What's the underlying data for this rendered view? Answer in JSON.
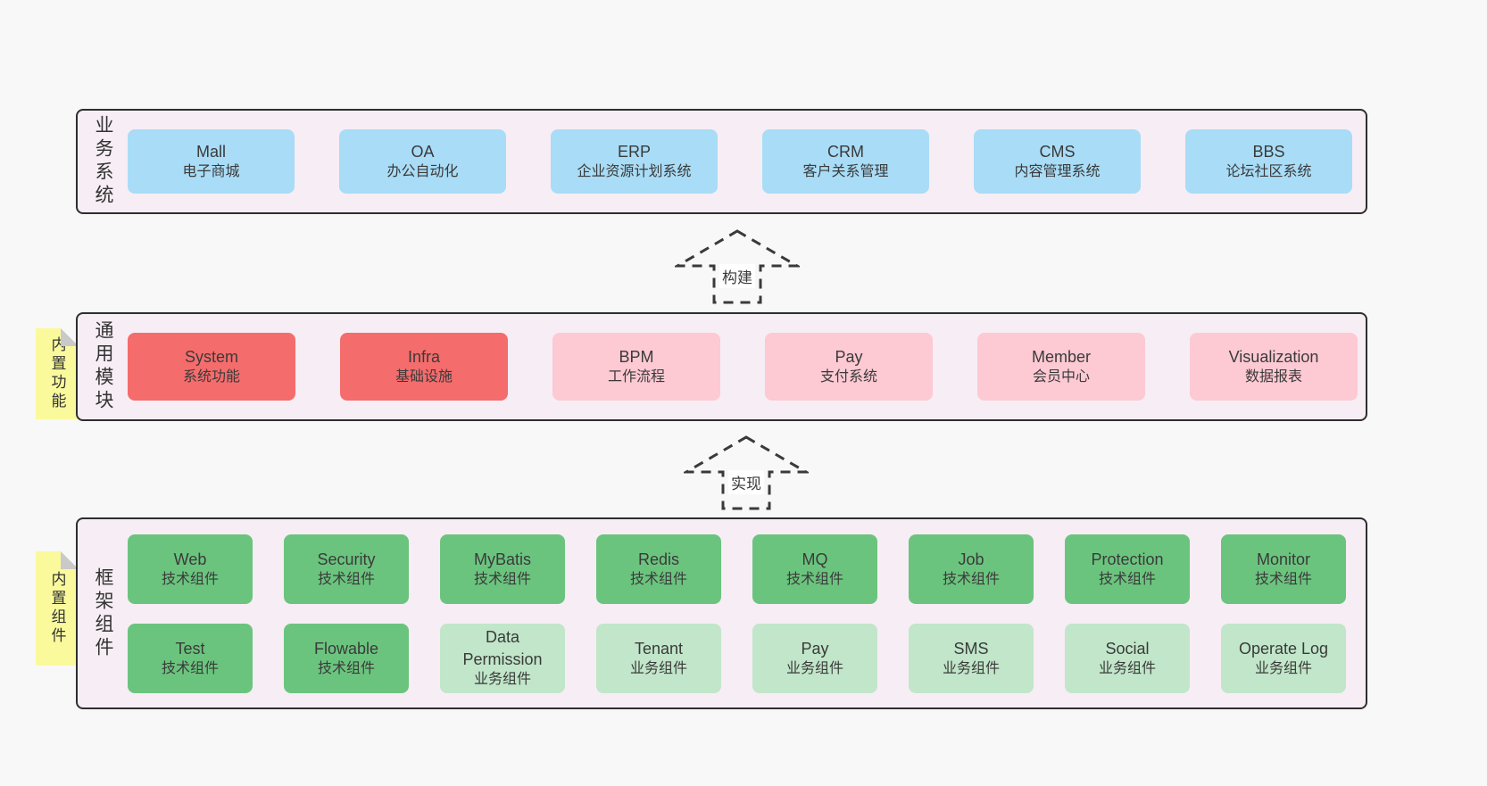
{
  "page": {
    "background": "#f8f8f8"
  },
  "colors": {
    "container_bg": "#f7edf5",
    "container_border": "#2e2e2e",
    "box_blue": "#a9dcf6",
    "box_red": "#f56c6c",
    "box_pink": "#fdc9d3",
    "box_green": "#6bc47e",
    "box_green_light": "#c1e6c9",
    "sticky_yellow": "#fafa9d",
    "text": "#3a3a3a"
  },
  "layers": {
    "business": {
      "label": "业务系统",
      "boxes": [
        {
          "name": "Mall",
          "desc": "电子商城",
          "variant": "blue"
        },
        {
          "name": "OA",
          "desc": "办公自动化",
          "variant": "blue"
        },
        {
          "name": "ERP",
          "desc": "企业资源计划系统",
          "variant": "blue"
        },
        {
          "name": "CRM",
          "desc": "客户关系管理",
          "variant": "blue"
        },
        {
          "name": "CMS",
          "desc": "内容管理系统",
          "variant": "blue"
        },
        {
          "name": "BBS",
          "desc": "论坛社区系统",
          "variant": "blue"
        }
      ]
    },
    "modules": {
      "label": "通用模块",
      "sticky": "内置功能",
      "boxes": [
        {
          "name": "System",
          "desc": "系统功能",
          "variant": "red"
        },
        {
          "name": "Infra",
          "desc": "基础设施",
          "variant": "red"
        },
        {
          "name": "BPM",
          "desc": "工作流程",
          "variant": "pink"
        },
        {
          "name": "Pay",
          "desc": "支付系统",
          "variant": "pink"
        },
        {
          "name": "Member",
          "desc": "会员中心",
          "variant": "pink"
        },
        {
          "name": "Visualization",
          "desc": "数据报表",
          "variant": "pink"
        }
      ]
    },
    "framework": {
      "label": "框架组件",
      "sticky": "内置组件",
      "row1": [
        {
          "name": "Web",
          "desc": "技术组件",
          "variant": "green"
        },
        {
          "name": "Security",
          "desc": "技术组件",
          "variant": "green"
        },
        {
          "name": "MyBatis",
          "desc": "技术组件",
          "variant": "green"
        },
        {
          "name": "Redis",
          "desc": "技术组件",
          "variant": "green"
        },
        {
          "name": "MQ",
          "desc": "技术组件",
          "variant": "green"
        },
        {
          "name": "Job",
          "desc": "技术组件",
          "variant": "green"
        },
        {
          "name": "Protection",
          "desc": "技术组件",
          "variant": "green"
        },
        {
          "name": "Monitor",
          "desc": "技术组件",
          "variant": "green"
        }
      ],
      "row2": [
        {
          "name": "Test",
          "desc": "技术组件",
          "variant": "green"
        },
        {
          "name": "Flowable",
          "desc": "技术组件",
          "variant": "green"
        },
        {
          "name": "Data Permission",
          "desc": "业务组件",
          "variant": "green-light"
        },
        {
          "name": "Tenant",
          "desc": "业务组件",
          "variant": "green-light"
        },
        {
          "name": "Pay",
          "desc": "业务组件",
          "variant": "green-light"
        },
        {
          "name": "SMS",
          "desc": "业务组件",
          "variant": "green-light"
        },
        {
          "name": "Social",
          "desc": "业务组件",
          "variant": "green-light"
        },
        {
          "name": "Operate Log",
          "desc": "业务组件",
          "variant": "green-light"
        }
      ]
    }
  },
  "arrows": {
    "build": {
      "label": "构建"
    },
    "implement": {
      "label": "实现"
    }
  }
}
